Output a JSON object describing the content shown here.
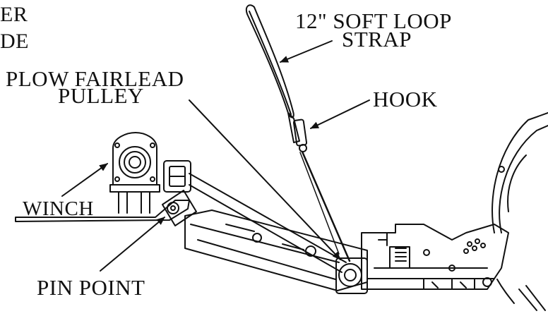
{
  "labels": {
    "top_left_line1": "ER",
    "top_left_line2": "DE",
    "strap_line1": "12\" SOFT LOOP",
    "strap_line2": "STRAP",
    "pulley_line1": "PLOW FAIRLEAD",
    "pulley_line2": "PULLEY",
    "hook": "HOOK",
    "winch": "WINCH",
    "pin_point": "PIN POINT"
  },
  "colors": {
    "ink": "#111111",
    "background": "#ffffff"
  }
}
